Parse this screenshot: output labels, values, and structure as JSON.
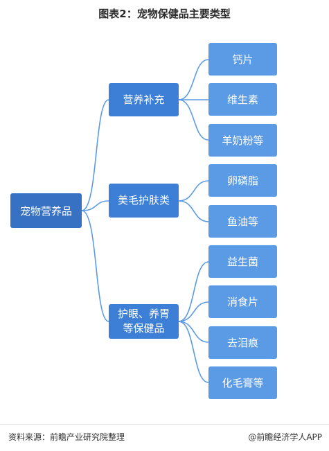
{
  "title": "图表2：宠物保健品主要类型",
  "root": {
    "label": "宠物营养品"
  },
  "categories": [
    {
      "label": "营养补充",
      "items": [
        "钙片",
        "维生素",
        "羊奶粉等"
      ]
    },
    {
      "label": "美毛护肤类",
      "items": [
        "卵磷脂",
        "鱼油等"
      ]
    },
    {
      "label_line1": "护眼、养胃",
      "label_line2": "等保健品",
      "items": [
        "益生菌",
        "消食片",
        "去泪痕",
        "化毛膏等"
      ]
    }
  ],
  "footer": {
    "source": "资料来源：前瞻产业研究院整理",
    "credit": "@前瞻经济学人APP"
  },
  "colors": {
    "root": "#3671c4",
    "mid": "#3d7fd6",
    "leaf": "#5b9ae5",
    "edge": "#5b9ae5"
  }
}
